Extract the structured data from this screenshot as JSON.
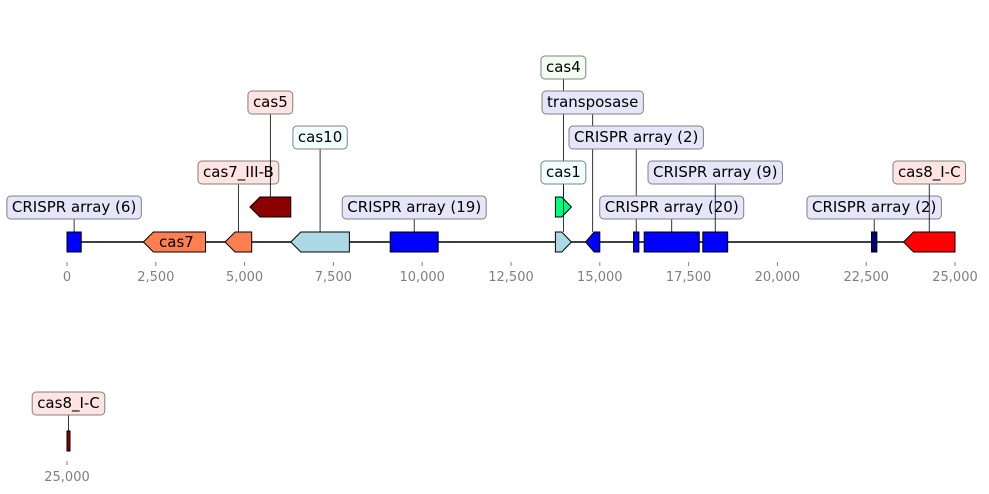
{
  "chart_data": {
    "type": "gene_map",
    "tracks": [
      {
        "range": [
          0,
          25000
        ],
        "ticks": [
          0,
          2500,
          5000,
          7500,
          10000,
          12500,
          15000,
          17500,
          20000,
          22500,
          25000
        ],
        "tick_labels": [
          "0",
          "2,500",
          "5,000",
          "7,500",
          "10,000",
          "12,500",
          "15,000",
          "17,500",
          "20,000",
          "22,500",
          "25,000"
        ],
        "features": [
          {
            "label": "CRISPR array (6)",
            "start": 0,
            "end": 400,
            "strand": 0,
            "color": "#0000ff",
            "label_bg": "#e6e6fa",
            "inline": false
          },
          {
            "label": "cas7",
            "start": 2150,
            "end": 3900,
            "strand": -1,
            "color": "#ff7f50",
            "label_bg": "#ff7f50",
            "inline": true
          },
          {
            "label": "cas7_III-B",
            "start": 4450,
            "end": 5200,
            "strand": -1,
            "color": "#ff7f50",
            "label_bg": "#ffe4e1",
            "inline": false
          },
          {
            "label": "cas5",
            "start": 5150,
            "end": 6300,
            "strand": -1,
            "color": "#8b0000",
            "label_bg": "#ffe4e1",
            "inline": false
          },
          {
            "label": "cas10",
            "start": 6300,
            "end": 7950,
            "strand": -1,
            "color": "#add8e6",
            "label_bg": "#f0ffff",
            "inline": false
          },
          {
            "label": "CRISPR array (19)",
            "start": 9100,
            "end": 10450,
            "strand": 0,
            "color": "#0000ff",
            "label_bg": "#e6e6fa",
            "inline": false
          },
          {
            "label": "cas4",
            "start": 13750,
            "end": 14200,
            "strand": 1,
            "color": "#00ff7f",
            "label_bg": "#f0fff0",
            "inline": false
          },
          {
            "label": "transposase",
            "start": 14600,
            "end": 15000,
            "strand": -1,
            "color": "#0000ff",
            "label_bg": "#e6e6fa",
            "inline": false
          },
          {
            "label": "cas1",
            "start": 13750,
            "end": 14200,
            "strand": 1,
            "color": "#add8e6",
            "label_bg": "#f0ffff",
            "inline": false
          },
          {
            "label": "CRISPR array (2)",
            "start": 15950,
            "end": 16100,
            "strand": 0,
            "color": "#0000ff",
            "label_bg": "#e6e6fa",
            "inline": false
          },
          {
            "label": "CRISPR array (20)",
            "start": 16250,
            "end": 17800,
            "strand": 0,
            "color": "#0000ff",
            "label_bg": "#e6e6fa",
            "inline": false
          },
          {
            "label": "CRISPR array (9)",
            "start": 17900,
            "end": 18600,
            "strand": 0,
            "color": "#0000ff",
            "label_bg": "#e6e6fa",
            "inline": false
          },
          {
            "label": "CRISPR array (2)",
            "start": 22650,
            "end": 22800,
            "strand": 0,
            "color": "#000080",
            "label_bg": "#e6e6fa",
            "inline": false
          },
          {
            "label": "cas8_I-C",
            "start": 23550,
            "end": 25000,
            "strand": -1,
            "color": "#ff0000",
            "label_bg": "#ffe4e1",
            "inline": false
          }
        ]
      },
      {
        "range": [
          25000,
          25000
        ],
        "ticks": [
          25000
        ],
        "tick_labels": [
          "25,000"
        ],
        "features": [
          {
            "label": "cas8_I-C",
            "start": 25000,
            "end": 25050,
            "strand": 0,
            "color": "#8b0000",
            "label_bg": "#ffe4e1",
            "inline": false
          }
        ]
      }
    ]
  }
}
